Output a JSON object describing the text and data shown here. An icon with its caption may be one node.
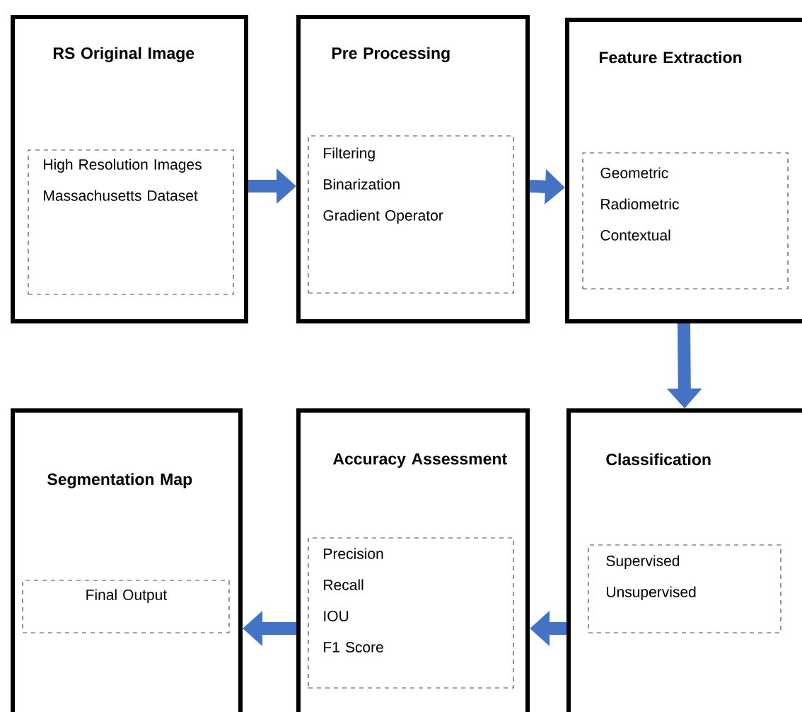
{
  "diagram": {
    "nodes": [
      {
        "text": [
          "RS Original Image"
        ]
      },
      {
        "text": [
          "High Resolution Images",
          "Massachusetts Dataset"
        ],
        "in": 0
      },
      {
        "text": [
          "Pre Processing"
        ]
      },
      {
        "text": [
          "Filtering",
          "Binarization",
          "Gradient Operator"
        ],
        "in": 2
      },
      {
        "text": [
          "Feature Extraction"
        ]
      },
      {
        "text": [
          "Geometric",
          "Radiometric",
          "Contextual"
        ],
        "in": 4
      },
      {
        "text": [
          "Classification"
        ]
      },
      {
        "text": [
          "Supervised",
          "Unsupervised"
        ],
        "in": 6
      },
      {
        "text": [
          "Accuracy Assessment"
        ]
      },
      {
        "text": [
          "Precision",
          "Recall",
          "IOU",
          "F1 Score"
        ],
        "in": 8
      },
      {
        "text": [
          "Segmentation Map"
        ]
      },
      {
        "text": [
          "Final Output"
        ],
        "in": 10
      }
    ],
    "edges": [
      {
        "from": 0,
        "to": 2,
        "arrow": "to"
      },
      {
        "from": 2,
        "to": 4,
        "arrow": "to"
      },
      {
        "from": 4,
        "to": 6,
        "arrow": "to"
      },
      {
        "from": 6,
        "to": 8,
        "arrow": "to"
      },
      {
        "from": 8,
        "to": 10,
        "arrow": "to"
      }
    ]
  }
}
